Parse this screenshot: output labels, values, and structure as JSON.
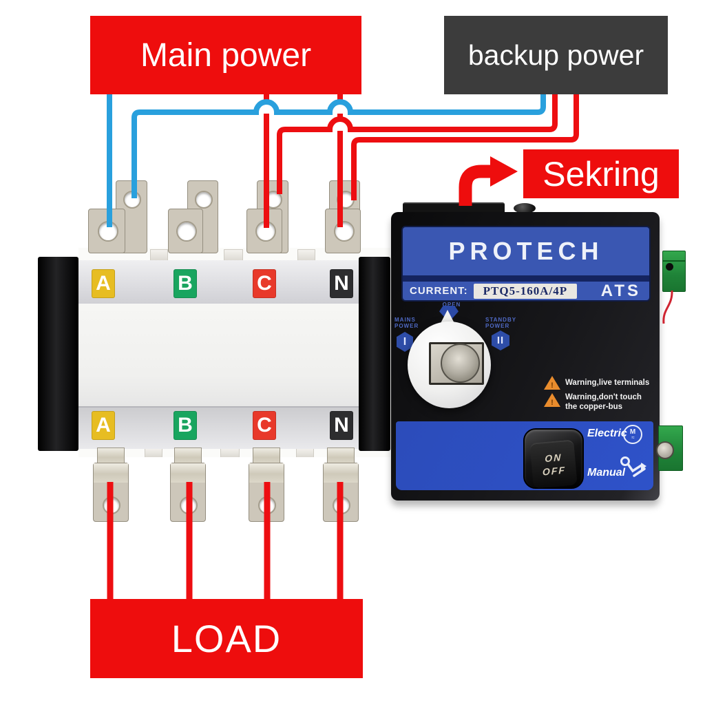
{
  "banners": {
    "main_power": "Main power",
    "backup_power": "backup power",
    "sekring": "Sekring",
    "load": "LOAD"
  },
  "phases": {
    "a": "A",
    "b": "B",
    "c": "C",
    "n": "N"
  },
  "controller": {
    "brand": "PROTECH",
    "current_label": "CURRENT:",
    "model": "PTQ5-160A/4P",
    "type_label": "ATS",
    "rotary": {
      "open": "OPEN",
      "mains_line1": "MAINS",
      "mains_line2": "POWER",
      "mains_symbol": "I",
      "standby_line1": "STANDBY",
      "standby_line2": "POWER",
      "standby_symbol": "II"
    },
    "warning1": "Warning,live terminals",
    "warning2_line1": "Warning,don't touch",
    "warning2_line2": "the copper-bus",
    "electric_label": "Electric",
    "manual_label": "Manual",
    "rocker_on": "ON",
    "rocker_off": "OFF",
    "motor_icon_letter": "M"
  },
  "colors": {
    "banner_red": "#ee0d0d",
    "banner_gray": "#3c3c3c",
    "wire_blue": "#29a0dd",
    "wire_red": "#ed0e11",
    "panel_blue": "#3a57b2",
    "band_blue": "#2d4fc2",
    "phase_a_yellow": "#e7bd22",
    "phase_b_green": "#19a55f",
    "phase_c_red": "#e8392a",
    "phase_n_black": "#2d2d2f",
    "terminal_green": "#2f9e47"
  }
}
